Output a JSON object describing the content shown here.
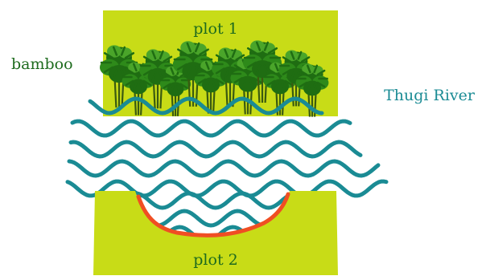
{
  "labels": {
    "plot1": "plot 1",
    "plot2": "plot 2",
    "bamboo": "bamboo",
    "river": "Thugi River"
  },
  "colors": {
    "plot": "#c8dc17",
    "bamboo_dark": "#1f6d12",
    "bamboo_mid": "#2e8a1a",
    "bamboo_light": "#4aa52a",
    "trunk": "#3a5a10",
    "river": "#1a8b94",
    "erosion": "#f04e23",
    "label_green": "#1e6b1e",
    "label_teal": "#1a8b94"
  },
  "icons": [
    "bamboo-clump-icon",
    "river-wave-icon",
    "erosion-edge-icon"
  ]
}
